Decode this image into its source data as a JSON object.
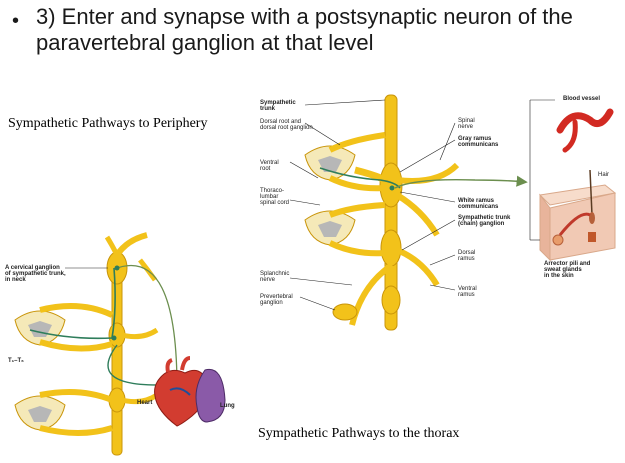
{
  "slide": {
    "bullet": "•",
    "title": "3) Enter and synapse with a postsynaptic neuron of the paravertebral ganglion at that level"
  },
  "captions": {
    "periphery": "Sympathetic Pathways to Periphery",
    "thorax": "Sympathetic Pathways to the thorax"
  },
  "periphery_labels": {
    "sympathetic_trunk": "Sympathetic trunk",
    "dorsal_root": "Dorsal root and dorsal root ganglion",
    "ventral_root": "Ventral root",
    "thoracolumbar": "Thoraco- lumbar spinal cord",
    "splanchnic": "Splanchnic nerve",
    "prevertebral": "Prevertebral ganglion",
    "spinal_nerve": "Spinal nerve",
    "gray_ramus": "Gray ramus communicans",
    "white_ramus": "White ramus communicans",
    "chain_ganglion": "Sympathetic trunk (chain) ganglion",
    "dorsal_ramus": "Dorsal ramus",
    "ventral_ramus": "Ventral ramus",
    "blood_vessel": "Blood vessel",
    "hair": "Hair",
    "arrector": "Arrector pili and sweat glands in the skin"
  },
  "thorax_labels": {
    "cervical_ganglion": "A cervical ganglion of sympathetic trunk, in neck",
    "t1_t6": "T₁–T₆",
    "heart": "Heart",
    "lung": "Lung"
  },
  "colors": {
    "nerve": "#f2c21a",
    "nerve_outline": "#c9950a",
    "cord_gray": "#b7b7b7",
    "fiber": "#2e7d5b",
    "vessel": "#d22a22",
    "skin": "#f1c9b4",
    "lung": "#8a5aa8"
  }
}
